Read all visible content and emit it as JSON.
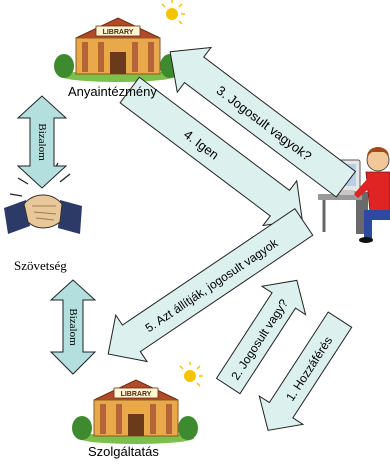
{
  "nodes": {
    "anyaintezmeny": "Anyaintézmény",
    "szovetseg": "Szövetség",
    "szolgaltatas": "Szolgáltatás"
  },
  "library_sign": "LIBRARY",
  "arrows": {
    "a1": "1. Hozzáférés",
    "a2": "2. Jogosult vagy?",
    "a3": "3. Jogosult vagyok?",
    "a4": "4. Igen",
    "a5": "5. Azt állítják, jogosult vagyok",
    "bizalom_top": "Bizalom",
    "bizalom_bottom": "Bizalom"
  },
  "colors": {
    "arrow_fill": "#dcf1ee",
    "arrow_stroke": "#222222",
    "bizalom_fill": "#b3dfdf"
  }
}
